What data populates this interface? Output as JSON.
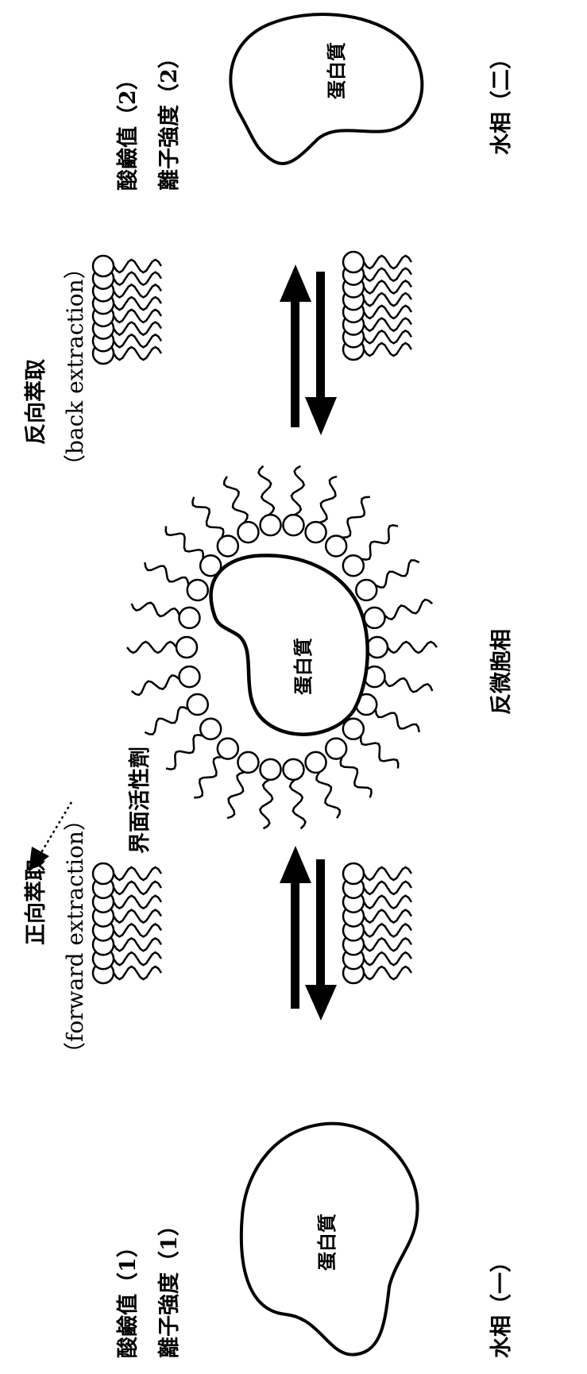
{
  "labels": {
    "acid_base_1": "酸鹼值（1）",
    "ionic_strength_1": "離子強度（1）",
    "aqueous_phase_1": "水相（一）",
    "forward_extraction_cn": "正向萃取",
    "forward_extraction_en": "（forward extraction）",
    "surfactant": "界面活性劑",
    "reverse_micelle_phase": "反微胞相",
    "back_extraction_cn": "反向萃取",
    "back_extraction_en": "（back extraction）",
    "acid_base_2": "酸鹼值（2）",
    "ionic_strength_2": "離子強度（2）",
    "aqueous_phase_2": "水相（二）",
    "protein_left": "蛋白質",
    "protein_center": "蛋白質",
    "protein_right": "蛋白質"
  },
  "colors": {
    "ink": "#000000",
    "background": "#ffffff"
  }
}
